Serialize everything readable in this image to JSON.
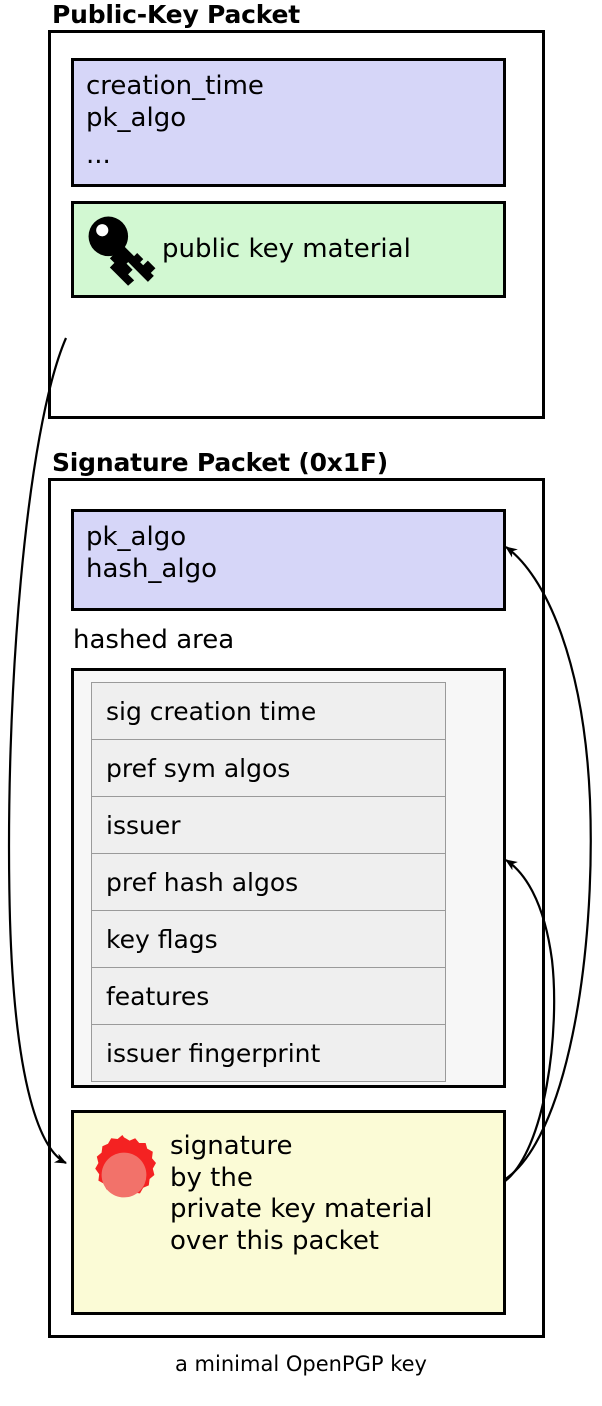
{
  "caption": "a minimal OpenPGP key",
  "colors": {
    "lavender": "#d6d6f8",
    "green": "#d2f8d2",
    "yellow": "#fbfbd6",
    "subpacket_fill": "#efefef",
    "hashed_area_fill": "#f7f7f7",
    "seal_red_outer": "#f42222",
    "seal_red_inner": "#f2726a",
    "outline": "#000000"
  },
  "public_key_packet": {
    "title": "Public-Key Packet",
    "fields": {
      "line1": "creation_time",
      "line2": "pk_algo",
      "line3": "..."
    },
    "key_material": {
      "icon": "key-icon",
      "label": "public key material"
    }
  },
  "signature_packet": {
    "title": "Signature Packet (0x1F)",
    "algos": {
      "line1": "pk_algo",
      "line2": "hash_algo"
    },
    "hashed_area": {
      "label": "hashed area",
      "subpackets": [
        "sig creation time",
        "pref sym algos",
        "issuer",
        "pref hash algos",
        "key flags",
        "features",
        "issuer fingerprint"
      ]
    },
    "signature_value": {
      "icon": "wax-seal-icon",
      "label": "signature\nby the\nprivate key material\nover this packet"
    }
  },
  "arrows": [
    {
      "name": "public-key-to-signature",
      "from": "public-key-packet",
      "to": "signature-value-box"
    },
    {
      "name": "signature-to-algos",
      "from": "signature-value-box",
      "to": "signature-algos-box"
    },
    {
      "name": "signature-to-hashed-area",
      "from": "signature-value-box",
      "to": "hashed-area-box"
    }
  ]
}
